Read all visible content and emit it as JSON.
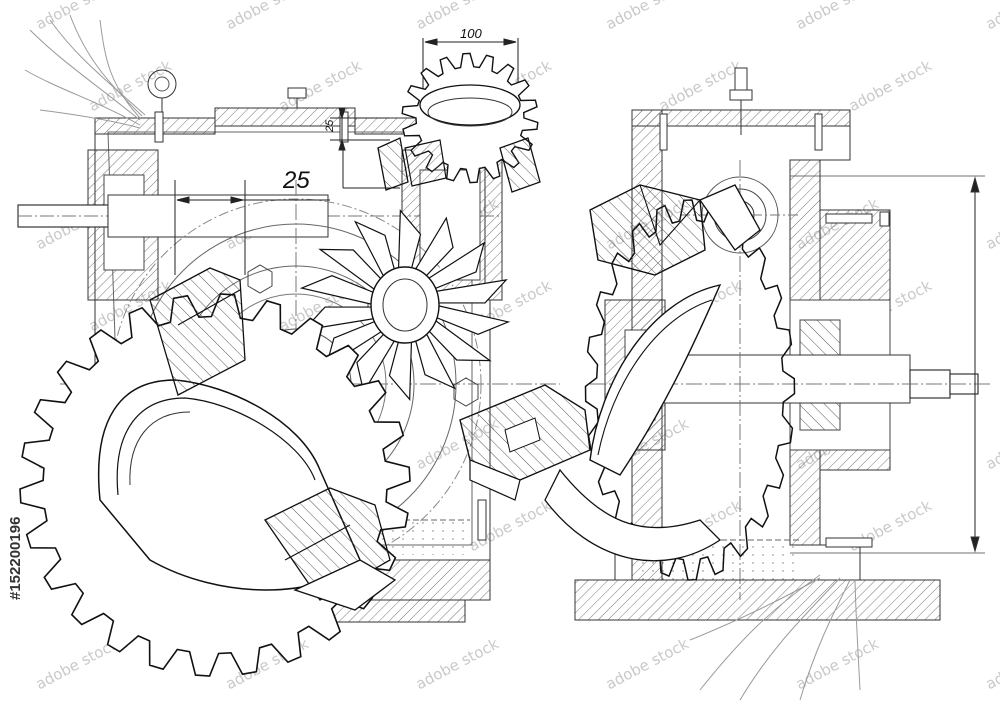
{
  "dimensions": {
    "top_width": "100",
    "small_height": "25",
    "horizontal_25": "25"
  },
  "side_stock_id": "#152200196",
  "watermark": {
    "text": "adobe stock",
    "color": "#d0d0d0"
  },
  "colors": {
    "line": "#111111",
    "thin": "#555555",
    "faint": "#9a9a9a",
    "background": "#ffffff"
  }
}
